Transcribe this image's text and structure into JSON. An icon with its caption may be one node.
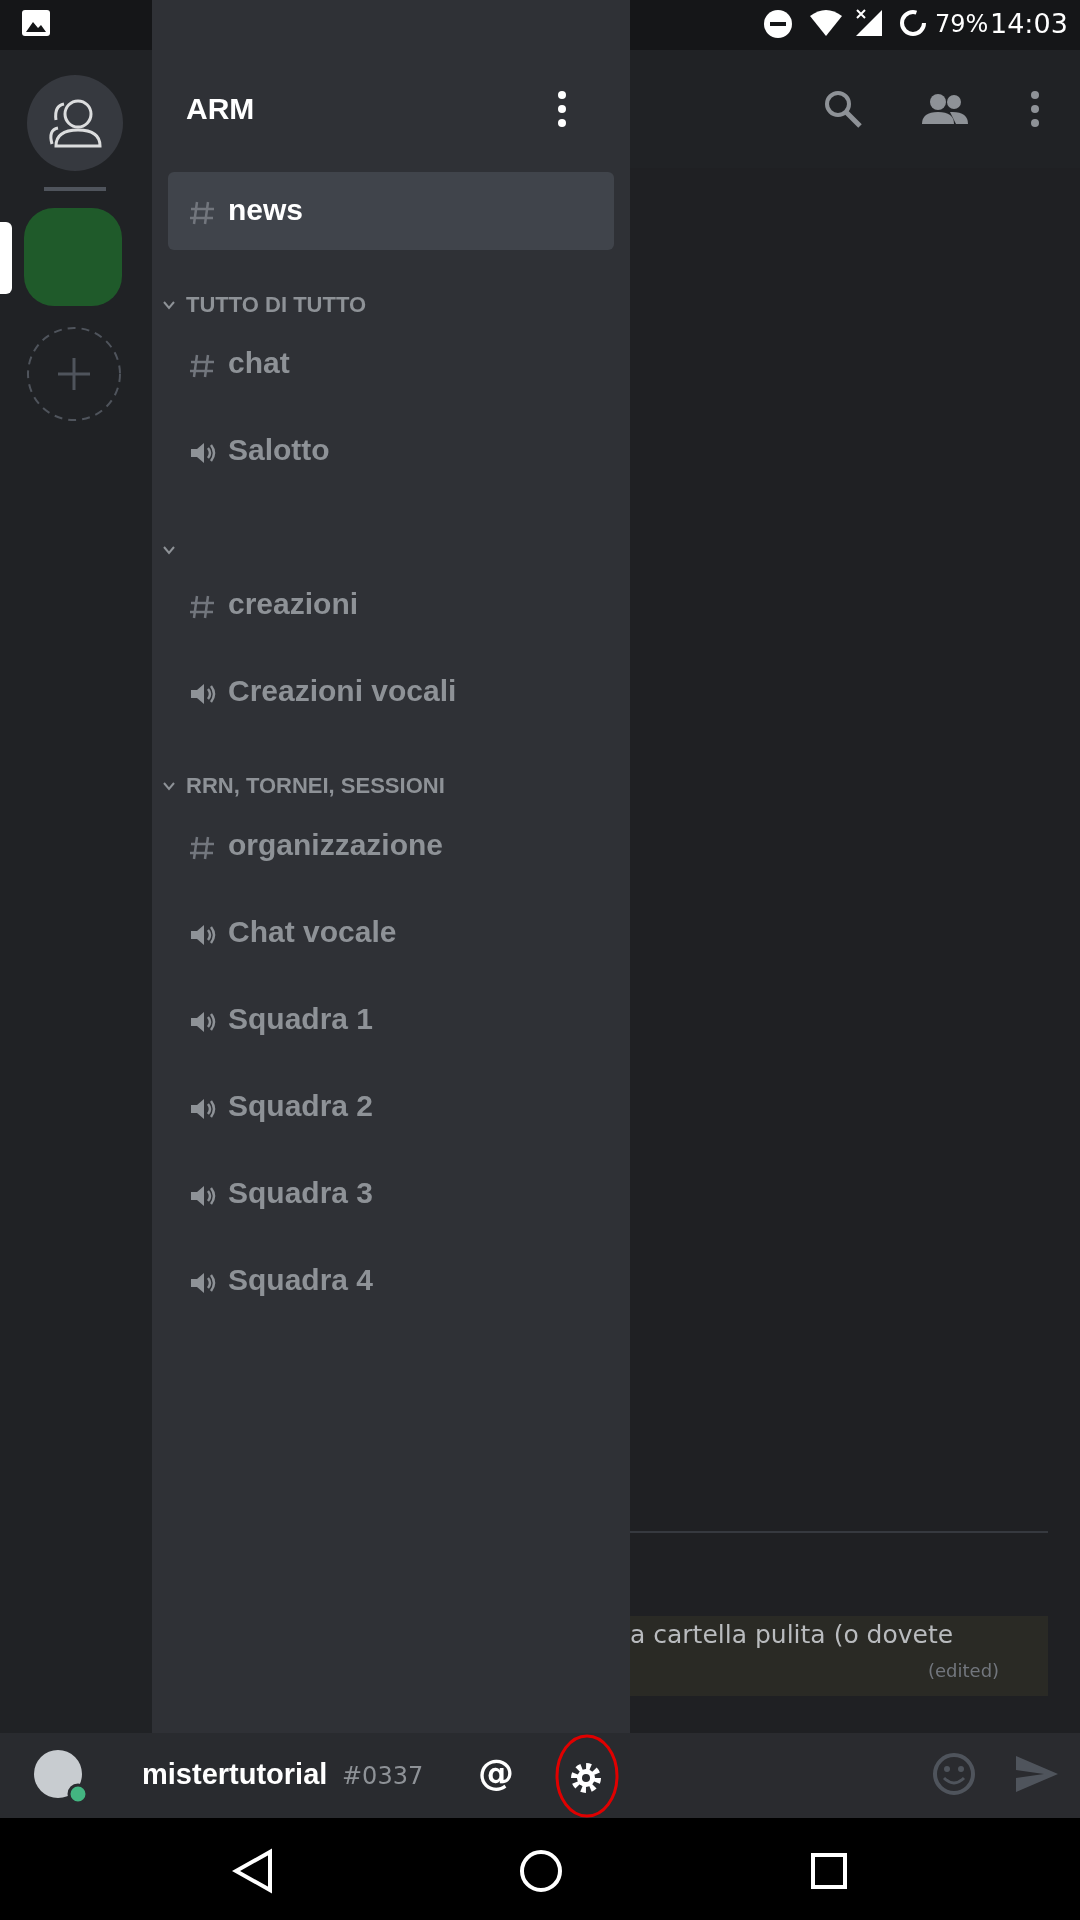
{
  "diagram": {
    "labels": [
      "79%",
      "14:03",
      "ARM",
      "news",
      "TUTTO DI TUTTO",
      "chat",
      "Salotto",
      "creazioni",
      "Creazioni vocali",
      "RRN, TORNEI, SESSIONI",
      "organizzazione",
      "Chat vocale",
      "Squadra 1",
      "Squadra 2",
      "Squadra 3",
      "Squadra 4",
      "a cartella pulita (o dovete",
      "(edited)",
      "mistertutorial",
      "#0337",
      "@"
    ]
  }
}
